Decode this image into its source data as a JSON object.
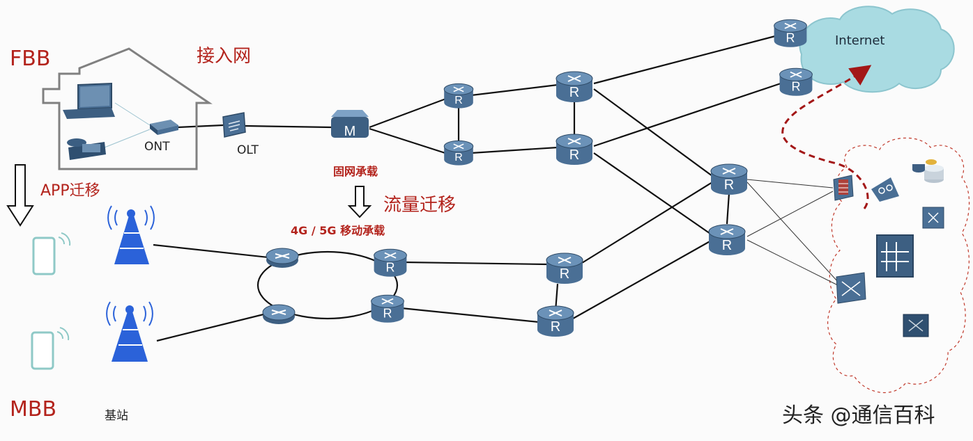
{
  "labels": {
    "fbb": "FBB",
    "mbb": "MBB",
    "access_network": "接入网",
    "ont": "ONT",
    "olt": "OLT",
    "app_migration": "APP迁移",
    "fixed_bearer": "固网承载",
    "traffic_migration": "流量迁移",
    "mobile_bearer": "4G / 5G 移动承载",
    "base_station": "基站",
    "internet": "Internet",
    "watermark": "头条 @通信百科"
  },
  "router_letter": "R",
  "switch_letter": "M",
  "colors": {
    "label_red": "#b3231c",
    "router_body": "#4a6f95",
    "router_top": "#6b92b8",
    "cloud_fill": "#a9dbe2",
    "antenna_blue": "#2b62d9",
    "phone_teal": "#8fc9c7",
    "house_gray": "#808080",
    "dashed_path": "#a31717",
    "dc_cloud_stroke": "#c0392b"
  }
}
